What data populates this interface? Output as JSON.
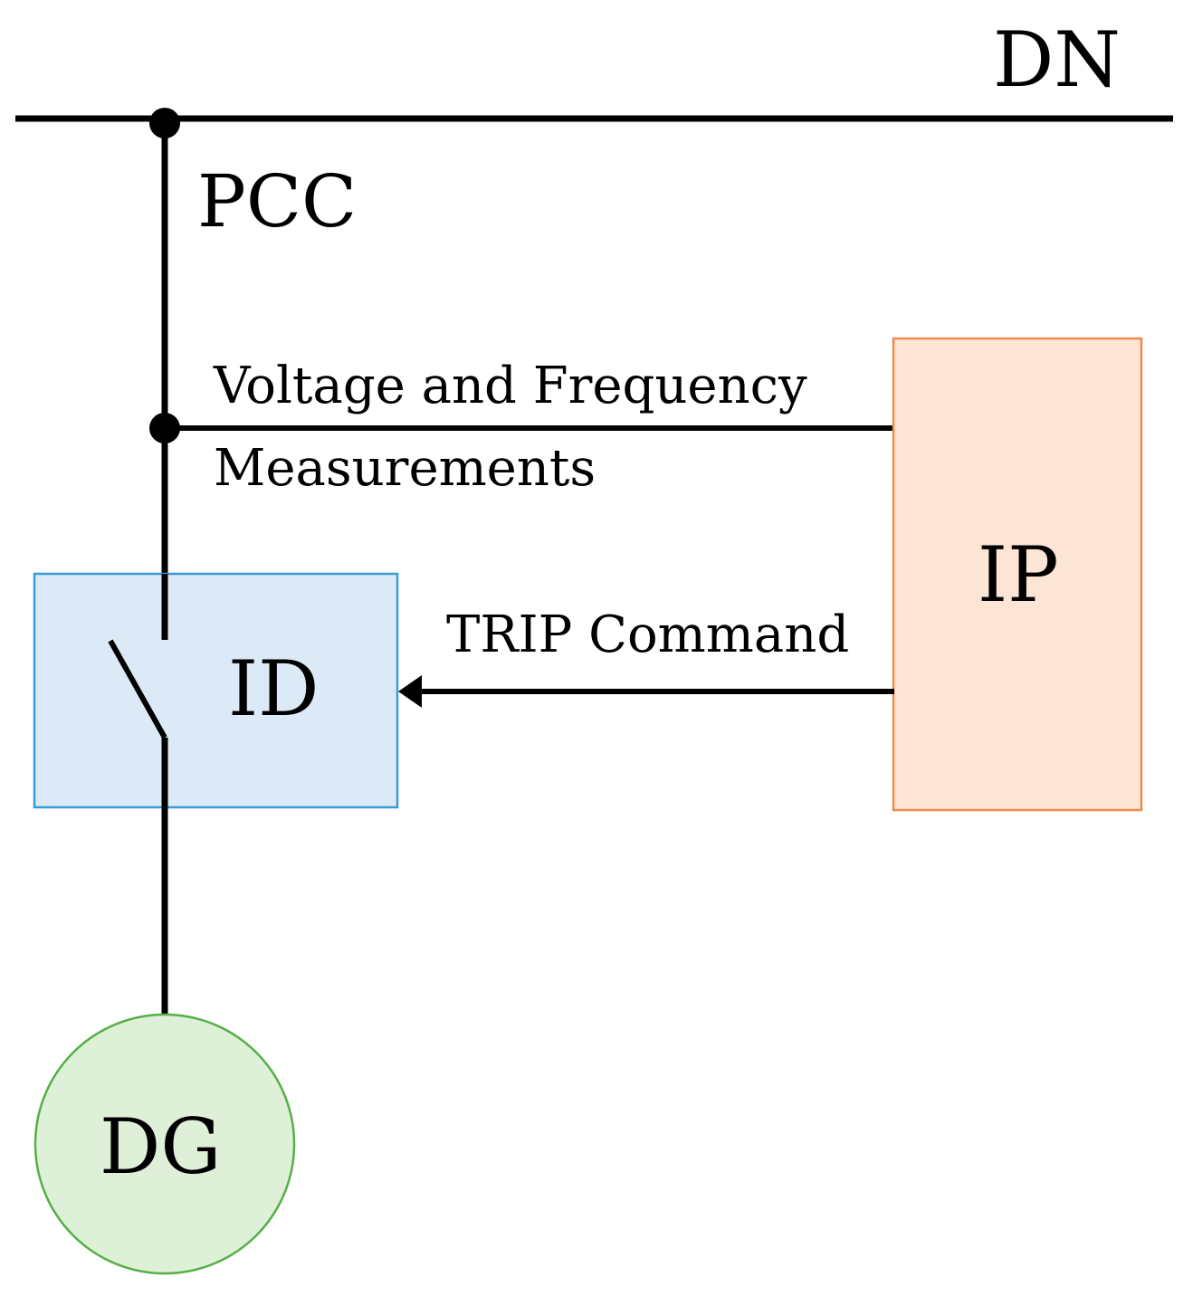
{
  "labels": {
    "distribution_network": "DN",
    "pcc": "PCC",
    "measurement_line1": "Voltage and Frequency",
    "measurement_line2": "Measurements",
    "trip": "TRIP Command",
    "interface_device": "ID",
    "interface_protection": "IP",
    "distributed_generator": "DG"
  },
  "colors": {
    "line": "#000000",
    "id_fill": "#dbeaf6",
    "id_stroke": "#3a9ad9",
    "ip_fill": "#fde5d6",
    "ip_stroke": "#f08a4b",
    "dg_fill": "#dff0d8",
    "dg_stroke": "#55b047"
  }
}
